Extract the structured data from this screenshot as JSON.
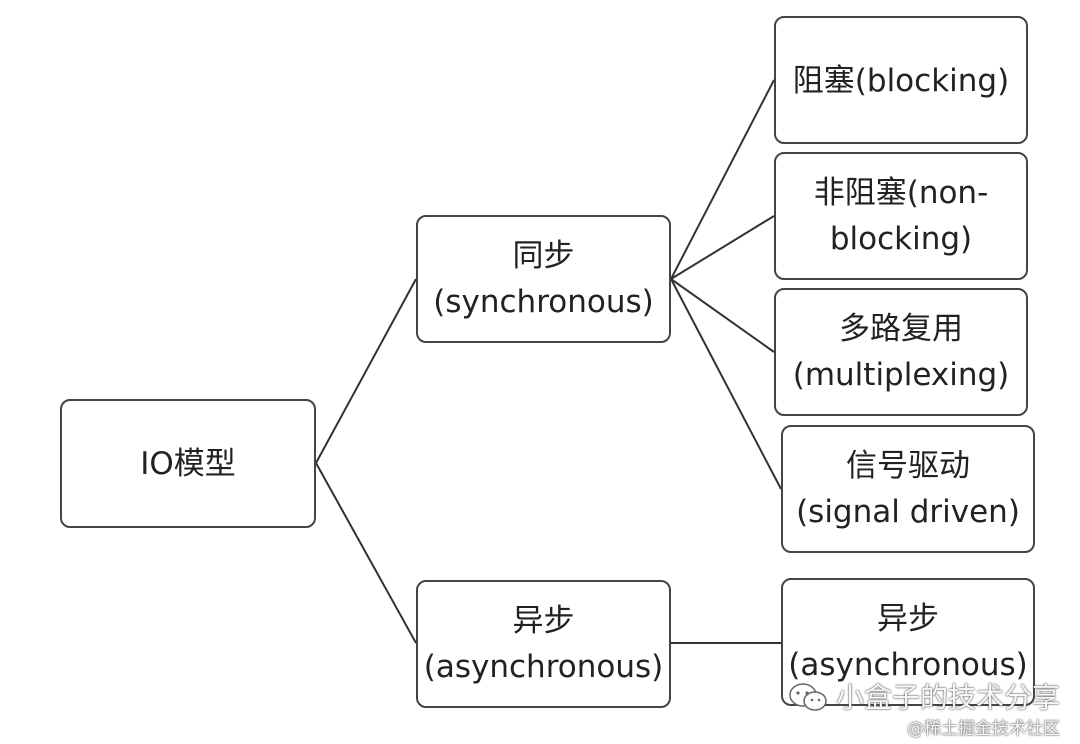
{
  "root": {
    "label": "IO模型"
  },
  "sync": {
    "line1": "同步",
    "line2": "(synchronous)"
  },
  "async": {
    "line1": "异步",
    "line2": "(asynchronous)"
  },
  "sync_children": {
    "blocking": {
      "line1": "阻塞(blocking)"
    },
    "non_blocking": {
      "line1": "非阻塞(non-",
      "line2": "blocking)"
    },
    "multiplexing": {
      "line1": "多路复用",
      "line2": "(multiplexing)"
    },
    "signal_driven": {
      "line1": "信号驱动",
      "line2": "(signal driven)"
    }
  },
  "async_child": {
    "line1": "异步",
    "line2": "(asynchronous)"
  },
  "watermark": {
    "icon": "wechat-icon",
    "line1": "小盒子的技术分享",
    "line2": "@稀土掘金技术社区"
  },
  "colors": {
    "border": "#444444",
    "line": "#333333",
    "text": "#222222"
  }
}
